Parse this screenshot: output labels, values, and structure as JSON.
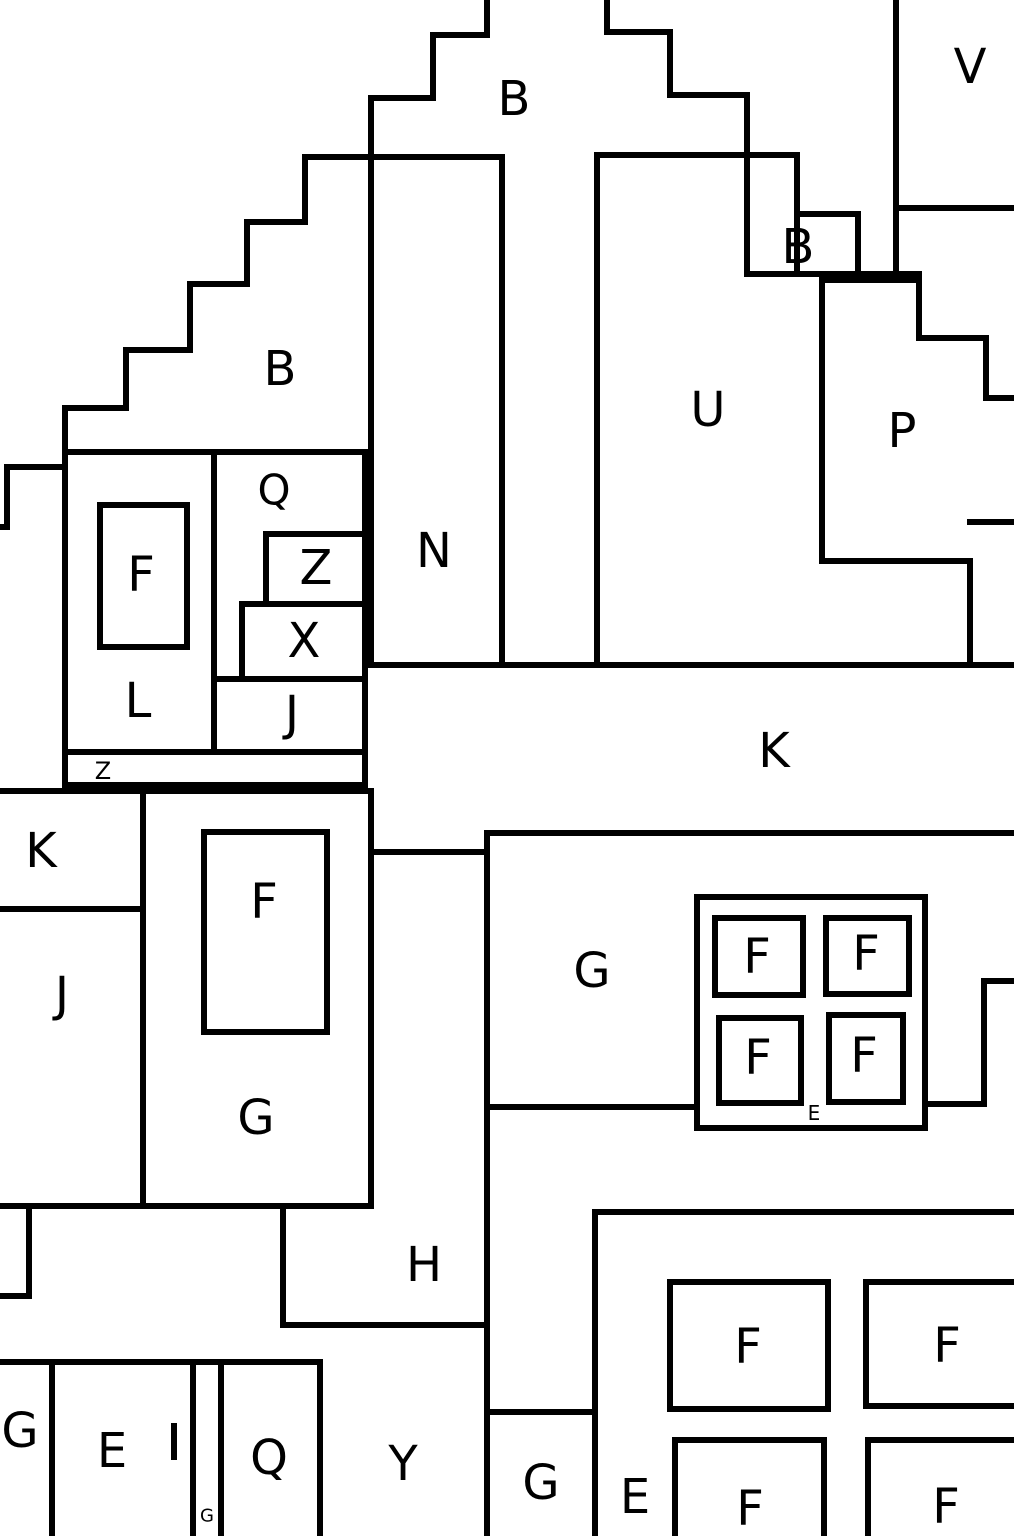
{
  "title": "Color by letter coloring page",
  "colors": {
    "line": "#000000",
    "paper": "#ffffff"
  },
  "labels": {
    "b_top": "B",
    "v_top": "V",
    "b_small": "B",
    "b_left": "B",
    "u": "U",
    "p": "P",
    "q_top": "Q",
    "f_window": "F",
    "z_mid": "Z",
    "n": "N",
    "x": "X",
    "l": "L",
    "j_mid": "J",
    "k_band": "K",
    "z_small": "Z",
    "k_left": "K",
    "f_tall": "F",
    "j_left": "J",
    "g_mid": "G",
    "f_grid_1": "F",
    "f_grid_2": "F",
    "f_grid_3": "F",
    "f_grid_4": "F",
    "e_small": "E",
    "g_lower": "G",
    "h": "H",
    "f_win_1": "F",
    "f_win_2": "F",
    "g_bottom_left": "G",
    "e_bottom": "E",
    "i_bottom": "I",
    "q_bottom": "Q",
    "g_tiny": "G",
    "y": "Y",
    "g_bottom": "G",
    "e_bottom_right": "E",
    "f_win_3": "F",
    "f_win_4": "F"
  }
}
